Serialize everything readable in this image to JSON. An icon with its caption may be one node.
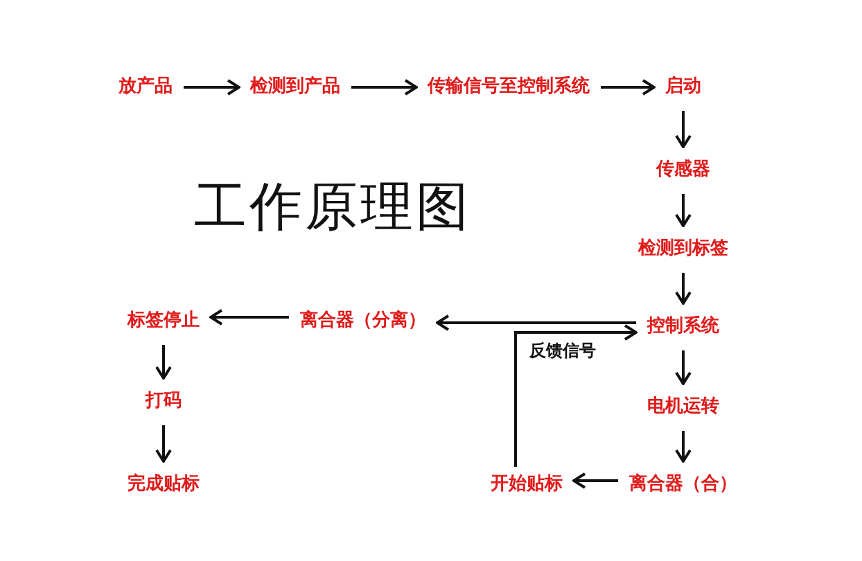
{
  "diagram": {
    "title": "工作原理图",
    "nodes": [
      {
        "text": [
          "放产品"
        ]
      },
      {
        "text": [
          "检测到产品"
        ]
      },
      {
        "text": [
          "传输信号至控制系统"
        ]
      },
      {
        "text": [
          "启动"
        ]
      },
      {
        "text": [
          "传感器"
        ]
      },
      {
        "text": [
          "检测到标签"
        ]
      },
      {
        "text": [
          "离合器（分离）"
        ]
      },
      {
        "text": [
          "标签停止"
        ]
      },
      {
        "text": [
          "控制系统"
        ]
      },
      {
        "text": [
          "打码"
        ]
      },
      {
        "text": [
          "电机运转"
        ]
      },
      {
        "text": [
          "完成贴标"
        ]
      },
      {
        "text": [
          "开始贴标"
        ]
      },
      {
        "text": [
          "离合器（合）"
        ]
      }
    ],
    "edges": [
      {
        "from": 0,
        "to": 1,
        "arrow": "to"
      },
      {
        "from": 1,
        "to": 2,
        "arrow": "to"
      },
      {
        "from": 2,
        "to": 3,
        "arrow": "to"
      },
      {
        "from": 3,
        "to": 4,
        "arrow": "to"
      },
      {
        "from": 4,
        "to": 5,
        "arrow": "to"
      },
      {
        "from": 5,
        "to": 8,
        "arrow": "to"
      },
      {
        "from": 8,
        "to": 10,
        "arrow": "to"
      },
      {
        "from": 10,
        "to": 13,
        "arrow": "to"
      },
      {
        "from": 13,
        "to": 12,
        "arrow": "to"
      },
      {
        "from": 12,
        "to": 8,
        "arrow": "to",
        "label": "反馈信号"
      },
      {
        "from": 8,
        "to": 6,
        "arrow": "to"
      },
      {
        "from": 6,
        "to": 7,
        "arrow": "to"
      },
      {
        "from": 7,
        "to": 9,
        "arrow": "to"
      },
      {
        "from": 9,
        "to": 11,
        "arrow": "to"
      }
    ]
  }
}
